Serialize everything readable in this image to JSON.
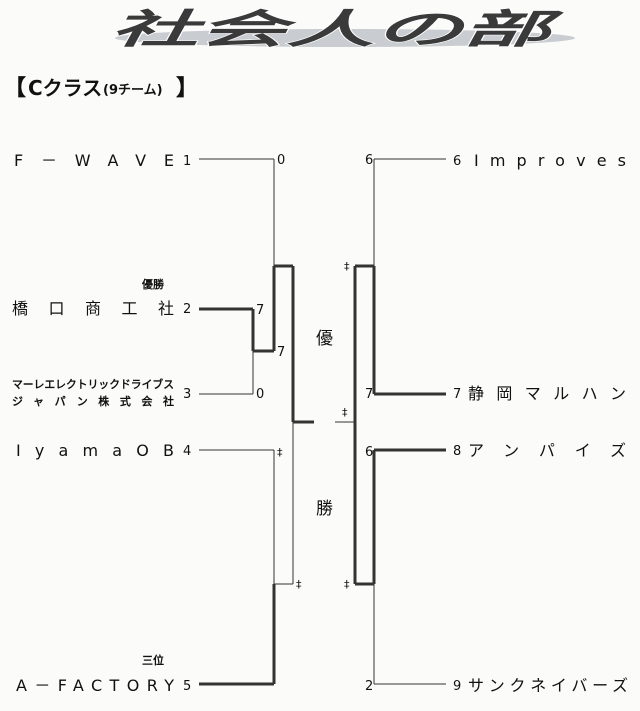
{
  "title": "社会人の部",
  "class_header": {
    "open_bracket": "【",
    "name": "Cクラス",
    "team_count": "(9チーム)",
    "close_bracket": "】"
  },
  "notes": {
    "champion": "優勝",
    "third_place": "三位"
  },
  "final_label": {
    "top": "優",
    "bottom": "勝"
  },
  "teams": [
    {
      "seed": "1",
      "name": "F－WAVE",
      "score": "0"
    },
    {
      "seed": "2",
      "name": "橋口商工社",
      "score": "7"
    },
    {
      "seed": "3",
      "name_line1": "マーレエレクトリックドライブス",
      "name_line2": "ジャパン株式会社",
      "score": "0"
    },
    {
      "seed": "4",
      "name": "IyamaOB",
      "score": "‡"
    },
    {
      "seed": "5",
      "name": "A－FACTORY",
      "score": ""
    },
    {
      "seed": "6",
      "name": "Improves",
      "score": "6"
    },
    {
      "seed": "7",
      "name": "静岡マルハン",
      "score": "7"
    },
    {
      "seed": "8",
      "name": "アンパイズ",
      "score": "6"
    },
    {
      "seed": "9",
      "name": "サンクネイバーズ",
      "score": "2"
    }
  ],
  "round_scores": {
    "left_semi_upper": "7",
    "left_semi_lower": "‡",
    "right_semi_upper": "‡",
    "right_semi_lower": "‡",
    "final_right": "‡"
  }
}
